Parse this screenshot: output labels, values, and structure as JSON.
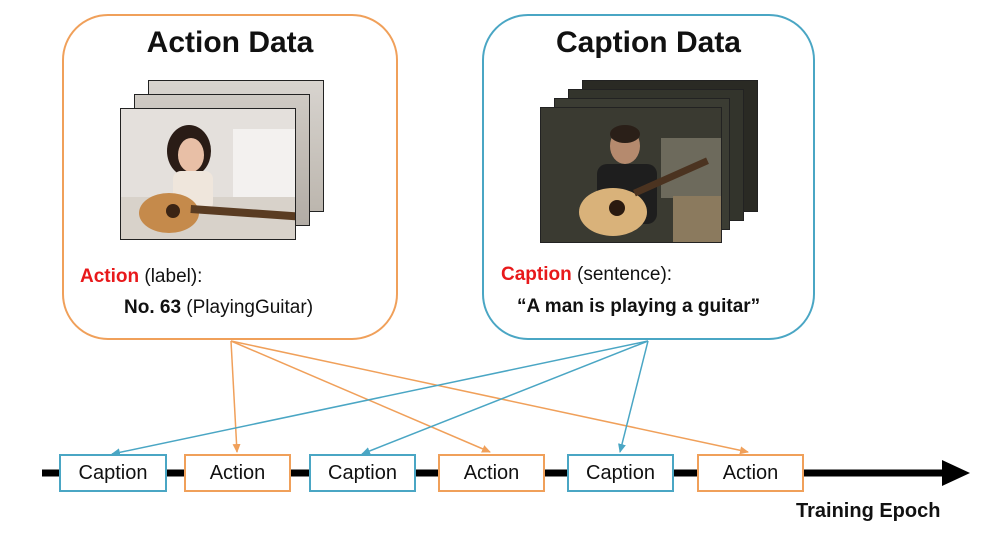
{
  "action_panel": {
    "title": "Action Data",
    "label_key": "Action",
    "label_rest": " (label):",
    "value_bold": "No. 63",
    "value_rest": " (PlayingGuitar)",
    "image_description": "stack of video frames showing a woman playing guitar"
  },
  "caption_panel": {
    "title": "Caption Data",
    "label_key": "Caption",
    "label_rest": " (sentence):",
    "sentence": "“A man is playing a guitar”",
    "image_description": "stack of video frames showing a man playing guitar"
  },
  "timeline": {
    "boxes": [
      {
        "label": "Caption",
        "kind": "caption"
      },
      {
        "label": "Action",
        "kind": "action"
      },
      {
        "label": "Caption",
        "kind": "caption"
      },
      {
        "label": "Action",
        "kind": "action"
      },
      {
        "label": "Caption",
        "kind": "caption"
      },
      {
        "label": "Action",
        "kind": "action"
      }
    ],
    "axis_label": "Training Epoch"
  },
  "colors": {
    "action": "#f0a05a",
    "caption": "#4aa6c4",
    "highlight": "#e8191b",
    "axis": "#000000"
  }
}
